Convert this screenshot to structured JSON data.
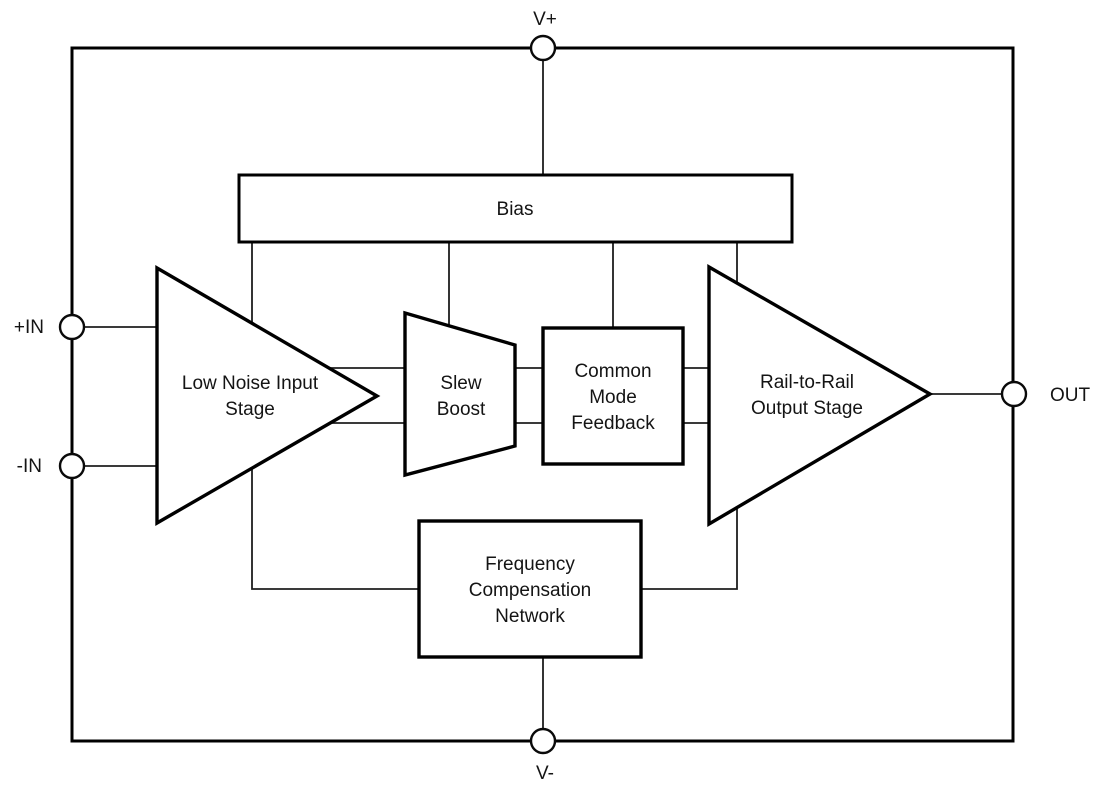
{
  "diagram": {
    "terminals": {
      "v_plus": {
        "label": "V+"
      },
      "v_minus": {
        "label": "V-"
      },
      "in_plus": {
        "label": "+IN"
      },
      "in_minus": {
        "label": "-IN"
      },
      "out": {
        "label": "OUT"
      }
    },
    "blocks": {
      "bias": {
        "label": "Bias"
      },
      "input_stage": {
        "lines": [
          "Low Noise Input",
          "Stage"
        ]
      },
      "slew_boost": {
        "lines": [
          "Slew",
          "Boost"
        ]
      },
      "common_mode_feedback": {
        "lines": [
          "Common",
          "Mode",
          "Feedback"
        ]
      },
      "output_stage": {
        "lines": [
          "Rail-to-Rail",
          "Output Stage"
        ]
      },
      "frequency_compensation": {
        "lines": [
          "Frequency",
          "Compensation",
          "Network"
        ]
      }
    },
    "colors": {
      "line": "#000000",
      "shape_fill": "#ffffff",
      "text": "#141414",
      "background": "#ffffff"
    }
  }
}
